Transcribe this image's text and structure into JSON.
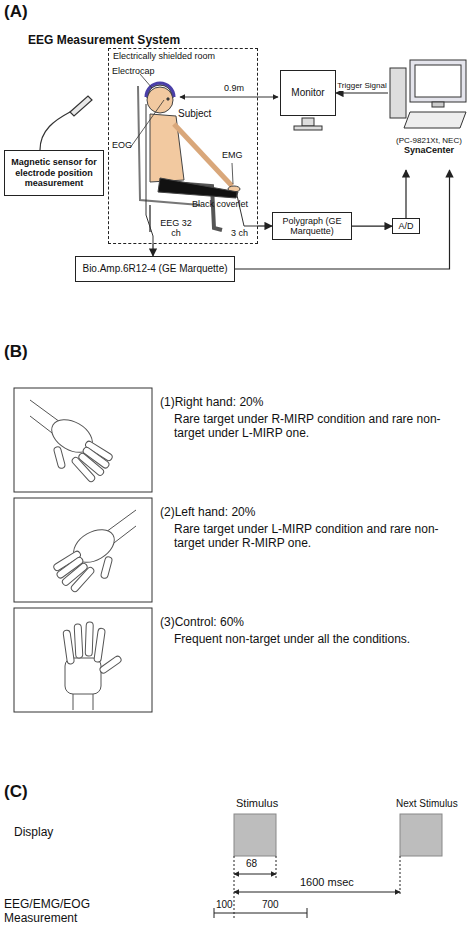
{
  "diagram": {
    "nodes": [
      {
        "text": [
          "Electrically shielded room"
        ]
      },
      {
        "text": [
          "Magnetic sensor for electrode position measurement"
        ]
      },
      {
        "text": [
          "Monitor"
        ]
      },
      {
        "text": [
          "(PC-9821Xt, NEC)",
          "SynaCenter"
        ]
      },
      {
        "text": [
          "A/D"
        ]
      },
      {
        "text": [
          "Polygraph (GE Marquette)"
        ]
      },
      {
        "text": [
          "Bio.Amp.6R12-4 (GE Marquette)"
        ]
      }
    ],
    "edges": [
      {
        "from": 3,
        "to": 2,
        "arrow": "to",
        "label": "Trigger Signal"
      },
      {
        "from": 5,
        "to": 4,
        "arrow": "to"
      },
      {
        "from": 4,
        "to": 3,
        "arrow": "to"
      },
      {
        "from": 6,
        "to": 3,
        "arrow": "to"
      },
      {
        "from": 0,
        "to": 5,
        "arrow": "to",
        "label": "3 ch"
      },
      {
        "from": 0,
        "to": 6,
        "arrow": "to",
        "label": "EEG 32 ch"
      }
    ],
    "labels": [
      "(A)",
      "EEG Measurement System",
      "Electrocap",
      "0.9m",
      "Subject",
      "EOG",
      "EMG",
      "Black coverlet",
      "(B)",
      "(1)Right hand: 20%",
      "Rare target under R-MIRP condition and rare non-target under L-MIRP one.",
      "(2)Left hand: 20%",
      "Rare target under L-MIRP condition and rare non-target under R-MIRP one.",
      "(3)Control: 60%",
      "Frequent non-target under all the conditions.",
      "(C)",
      "Stimulus",
      "Next Stimulus",
      "Display",
      "68",
      "1600 msec",
      "EEG/EMG/EOG Measurement",
      "100",
      "700"
    ]
  }
}
